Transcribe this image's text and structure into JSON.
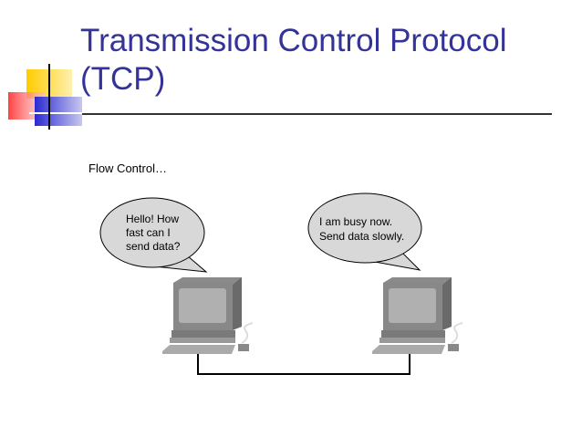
{
  "slide": {
    "title_line1": "Transmission Control Protocol",
    "title_line2": "(TCP)",
    "subtitle": "Flow Control…"
  },
  "bubbles": {
    "left": [
      "Hello! How",
      "fast can I",
      "send data?"
    ],
    "right": [
      "I am busy now.",
      "Send data slowly."
    ]
  },
  "colors": {
    "title": "#333399",
    "yellow": "#ffcc00",
    "red": "#ff4444",
    "blue": "#3333cc"
  }
}
